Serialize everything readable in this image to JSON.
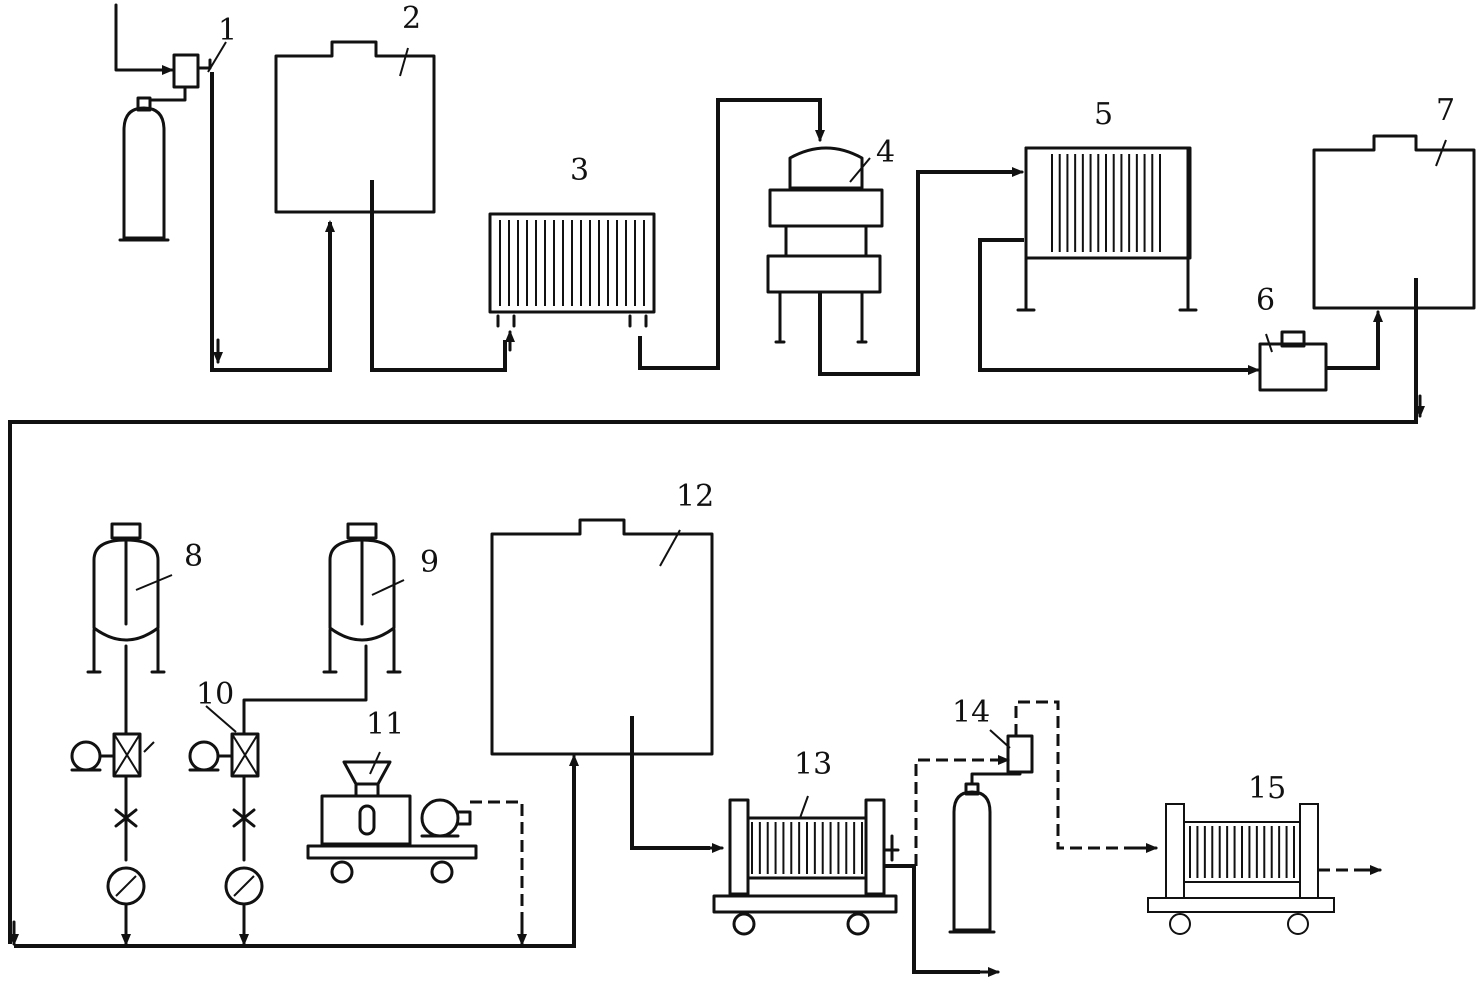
{
  "labels": {
    "n1": "1",
    "n2": "2",
    "n3": "3",
    "n4": "4",
    "n5": "5",
    "n6": "6",
    "n7": "7",
    "n8": "8",
    "n9": "9",
    "n10": "10",
    "n11": "11",
    "n12": "12",
    "n13": "13",
    "n14": "14",
    "n15": "15"
  }
}
